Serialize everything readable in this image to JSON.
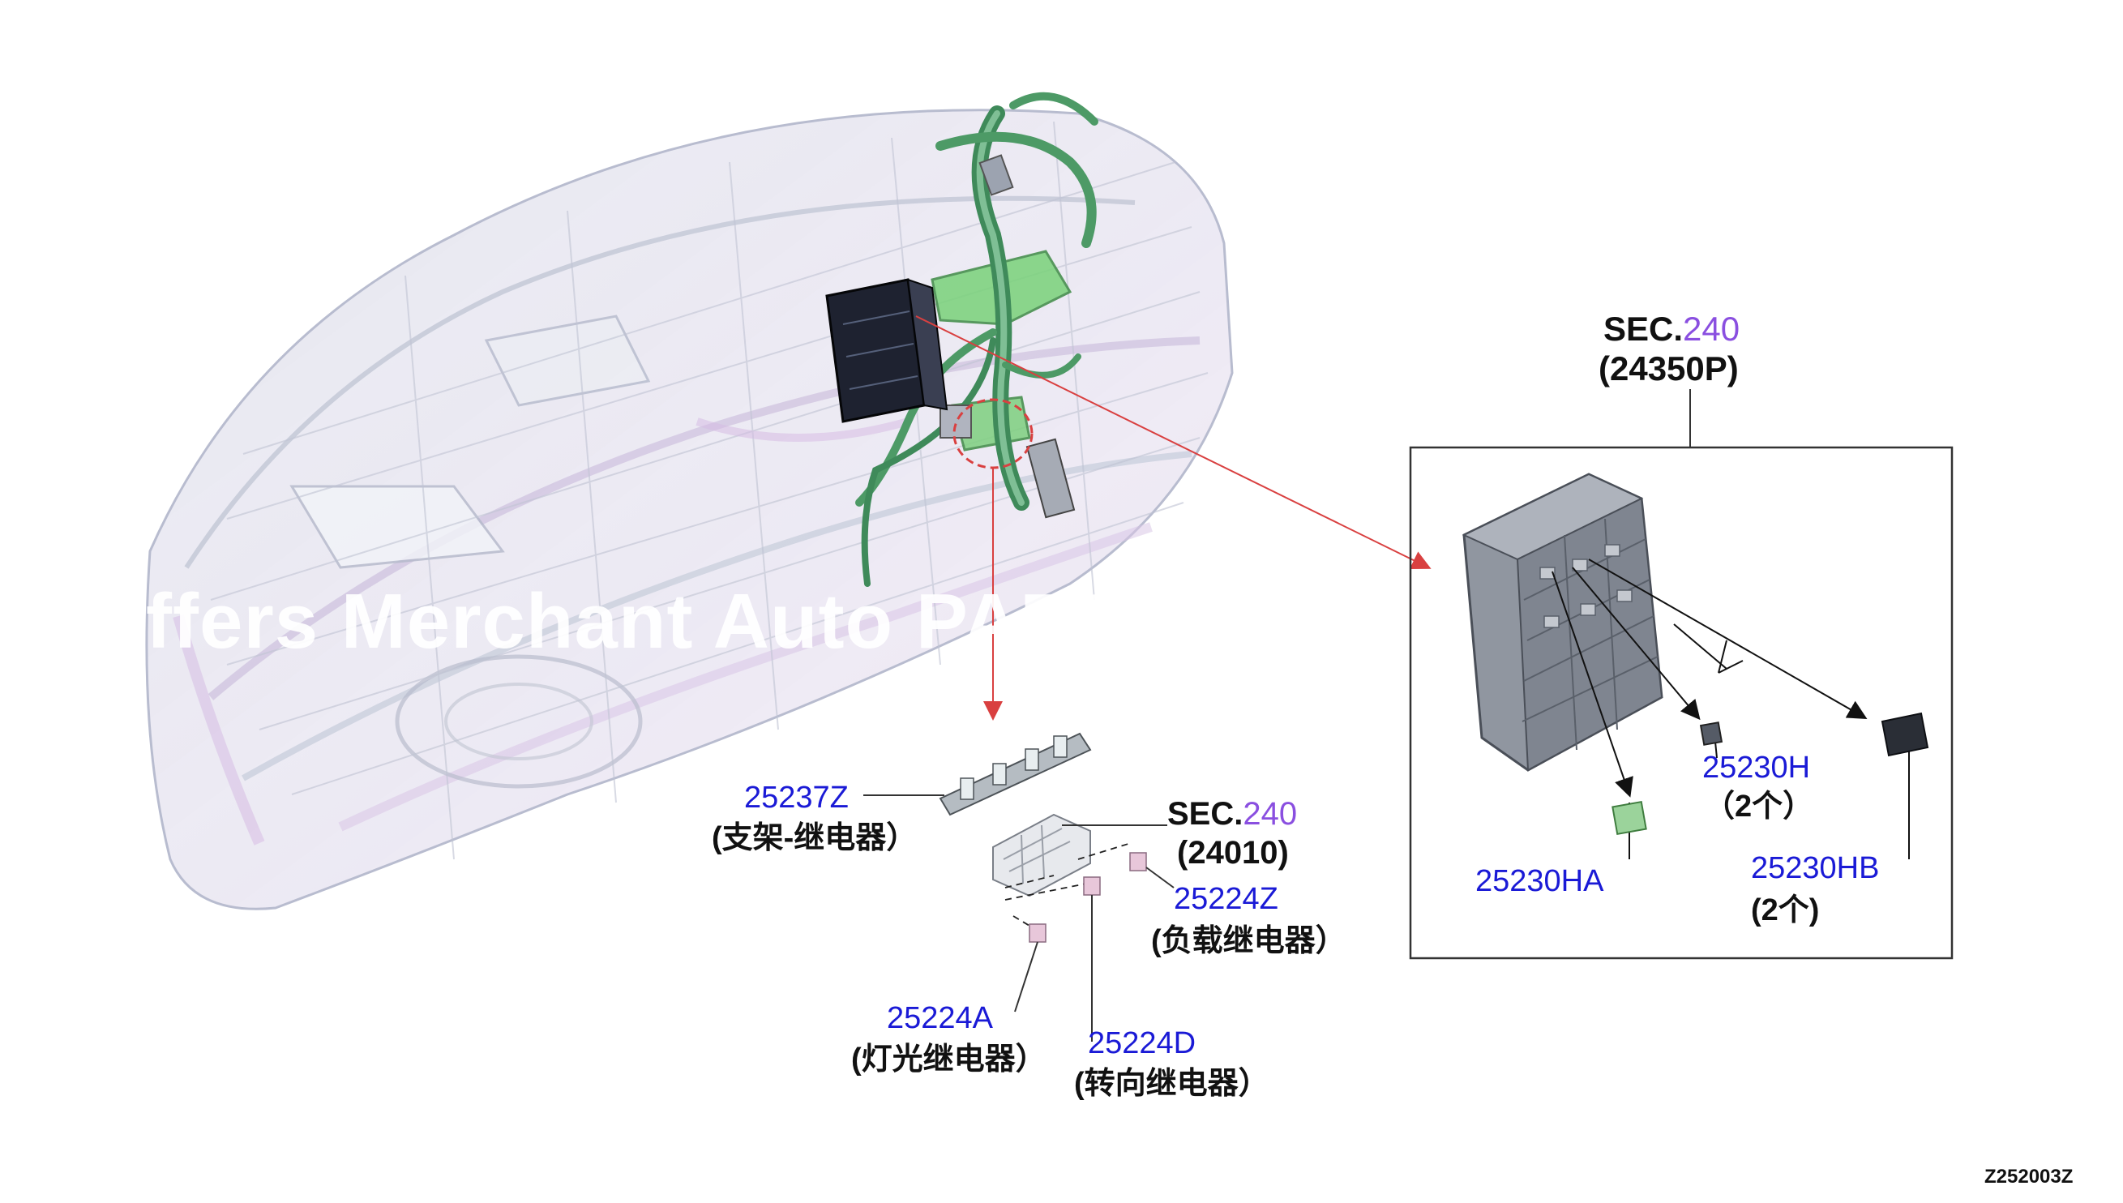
{
  "watermark": "ffers Merchant Auto              PART",
  "figure_code": "Z252003Z",
  "sections": [
    {
      "prefix": "SEC.",
      "number": "240",
      "code": "(24350P)"
    },
    {
      "prefix": "SEC.",
      "number": "240",
      "code": "(24010)"
    }
  ],
  "parts": [
    {
      "number": "25237Z",
      "desc": "(支架-继电器）"
    },
    {
      "number": "25224Z",
      "desc": "(负载继电器）"
    },
    {
      "number": "25224A",
      "desc": "(灯光继电器）"
    },
    {
      "number": "25224D",
      "desc": "(转向继电器）"
    },
    {
      "number": "25230H",
      "desc": "（2个）"
    },
    {
      "number": "25230HA",
      "desc": ""
    },
    {
      "number": "25230HB",
      "desc": "(2个)"
    }
  ],
  "colors": {
    "part_number": "#1a1ad6",
    "section_number": "#8a4fe0",
    "pointer_arrow": "#d94040",
    "harness": "#3f8a5a",
    "bracket_green": "#5bc85b",
    "dashboard_wireframe": "#9aa0b8"
  }
}
